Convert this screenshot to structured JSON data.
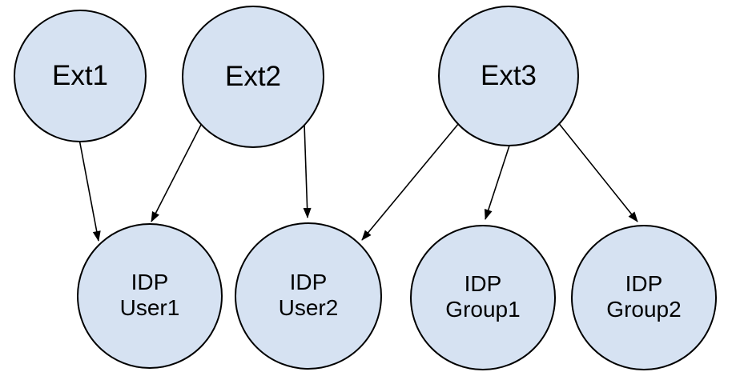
{
  "diagram": {
    "type": "directed-graph",
    "nodes": [
      {
        "id": "ext1",
        "label": "Ext1",
        "role": "source"
      },
      {
        "id": "ext2",
        "label": "Ext2",
        "role": "source"
      },
      {
        "id": "ext3",
        "label": "Ext3",
        "role": "source"
      },
      {
        "id": "idp-user1",
        "label": "IDP User1",
        "line1": "IDP",
        "line2": "User1",
        "role": "target"
      },
      {
        "id": "idp-user2",
        "label": "IDP User2",
        "line1": "IDP",
        "line2": "User2",
        "role": "target"
      },
      {
        "id": "idp-group1",
        "label": "IDP Group1",
        "line1": "IDP",
        "line2": "Group1",
        "role": "target"
      },
      {
        "id": "idp-group2",
        "label": "IDP Group2",
        "line1": "IDP",
        "line2": "Group2",
        "role": "target"
      }
    ],
    "edges": [
      {
        "from": "ext1",
        "to": "idp-user1"
      },
      {
        "from": "ext2",
        "to": "idp-user1"
      },
      {
        "from": "ext2",
        "to": "idp-user2"
      },
      {
        "from": "ext3",
        "to": "idp-user2"
      },
      {
        "from": "ext3",
        "to": "idp-group1"
      },
      {
        "from": "ext3",
        "to": "idp-group2"
      }
    ],
    "colors": {
      "node_fill": "#d6e2f2",
      "node_stroke": "#000000",
      "edge_stroke": "#000000",
      "text": "#000000",
      "background": "#ffffff"
    }
  }
}
